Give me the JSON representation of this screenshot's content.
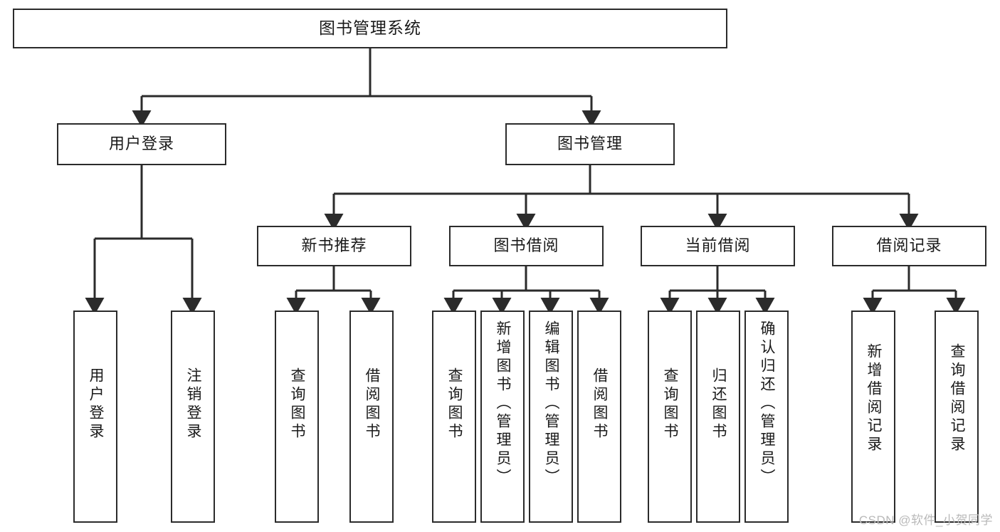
{
  "diagram": {
    "title": "图书管理系统",
    "type": "tree",
    "orientation": "top-down",
    "colors": {
      "node_border": "#2b2b2b",
      "node_fill": "#ffffff",
      "edge": "#2b2b2b",
      "text": "#1a1a1a",
      "watermark": "#b9b9b9",
      "background": "#ffffff"
    },
    "watermark": "CSDN @软件_小贺同学"
  },
  "nodes": {
    "root": {
      "label": "图书管理系统"
    },
    "level1": [
      {
        "id": "user-login",
        "label": "用户登录"
      },
      {
        "id": "book-management",
        "label": "图书管理"
      }
    ],
    "level2": [
      {
        "id": "new-book-recommend",
        "label": "新书推荐"
      },
      {
        "id": "book-borrow",
        "label": "图书借阅"
      },
      {
        "id": "current-borrow",
        "label": "当前借阅"
      },
      {
        "id": "borrow-record",
        "label": "借阅记录"
      }
    ],
    "leaves": {
      "user_login": [
        {
          "id": "leaf-user-login",
          "label": "用户登录"
        },
        {
          "id": "leaf-logout",
          "label": "注销登录"
        }
      ],
      "new_book_recommend": [
        {
          "id": "leaf-query-book-1",
          "label": "查询图书"
        },
        {
          "id": "leaf-borrow-book-1",
          "label": "借阅图书"
        }
      ],
      "book_borrow": [
        {
          "id": "leaf-query-book-2",
          "label": "查询图书"
        },
        {
          "id": "leaf-add-book",
          "label": "新增图书（管理员）"
        },
        {
          "id": "leaf-edit-book",
          "label": "编辑图书（管理员）"
        },
        {
          "id": "leaf-borrow-book-2",
          "label": "借阅图书"
        }
      ],
      "current_borrow": [
        {
          "id": "leaf-query-book-3",
          "label": "查询图书"
        },
        {
          "id": "leaf-return-book",
          "label": "归还图书"
        },
        {
          "id": "leaf-confirm-return",
          "label": "确认归还（管理员）"
        }
      ],
      "borrow_record": [
        {
          "id": "leaf-add-record",
          "label": "新增借阅记录"
        },
        {
          "id": "leaf-query-record",
          "label": "查询借阅记录"
        }
      ]
    }
  }
}
